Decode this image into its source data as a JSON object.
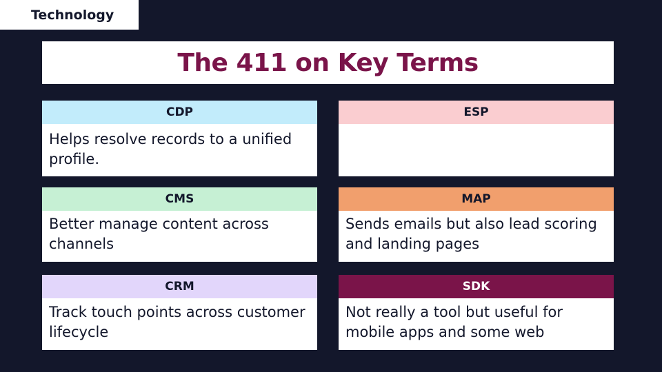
{
  "tag": "Technology",
  "title": "The 411 on Key Terms",
  "colors": {
    "background": "#13172b",
    "title": "#7a1449",
    "cdp": "#c2ecfb",
    "esp": "#facdd0",
    "cms": "#c6f0d4",
    "map": "#f19f6d",
    "crm": "#e2d6fb",
    "sdk": "#7a1449"
  },
  "cards": [
    {
      "id": "cdp",
      "term": "CDP",
      "description": "Helps resolve records to a unified profile."
    },
    {
      "id": "esp",
      "term": "ESP",
      "description": ""
    },
    {
      "id": "cms",
      "term": "CMS",
      "description": "Better manage content across channels"
    },
    {
      "id": "map",
      "term": "MAP",
      "description": "Sends emails but also lead scoring and landing pages"
    },
    {
      "id": "crm",
      "term": "CRM",
      "description": "Track touch points across customer lifecycle"
    },
    {
      "id": "sdk",
      "term": "SDK",
      "description": "Not really a tool but useful for mobile apps and some web"
    }
  ]
}
